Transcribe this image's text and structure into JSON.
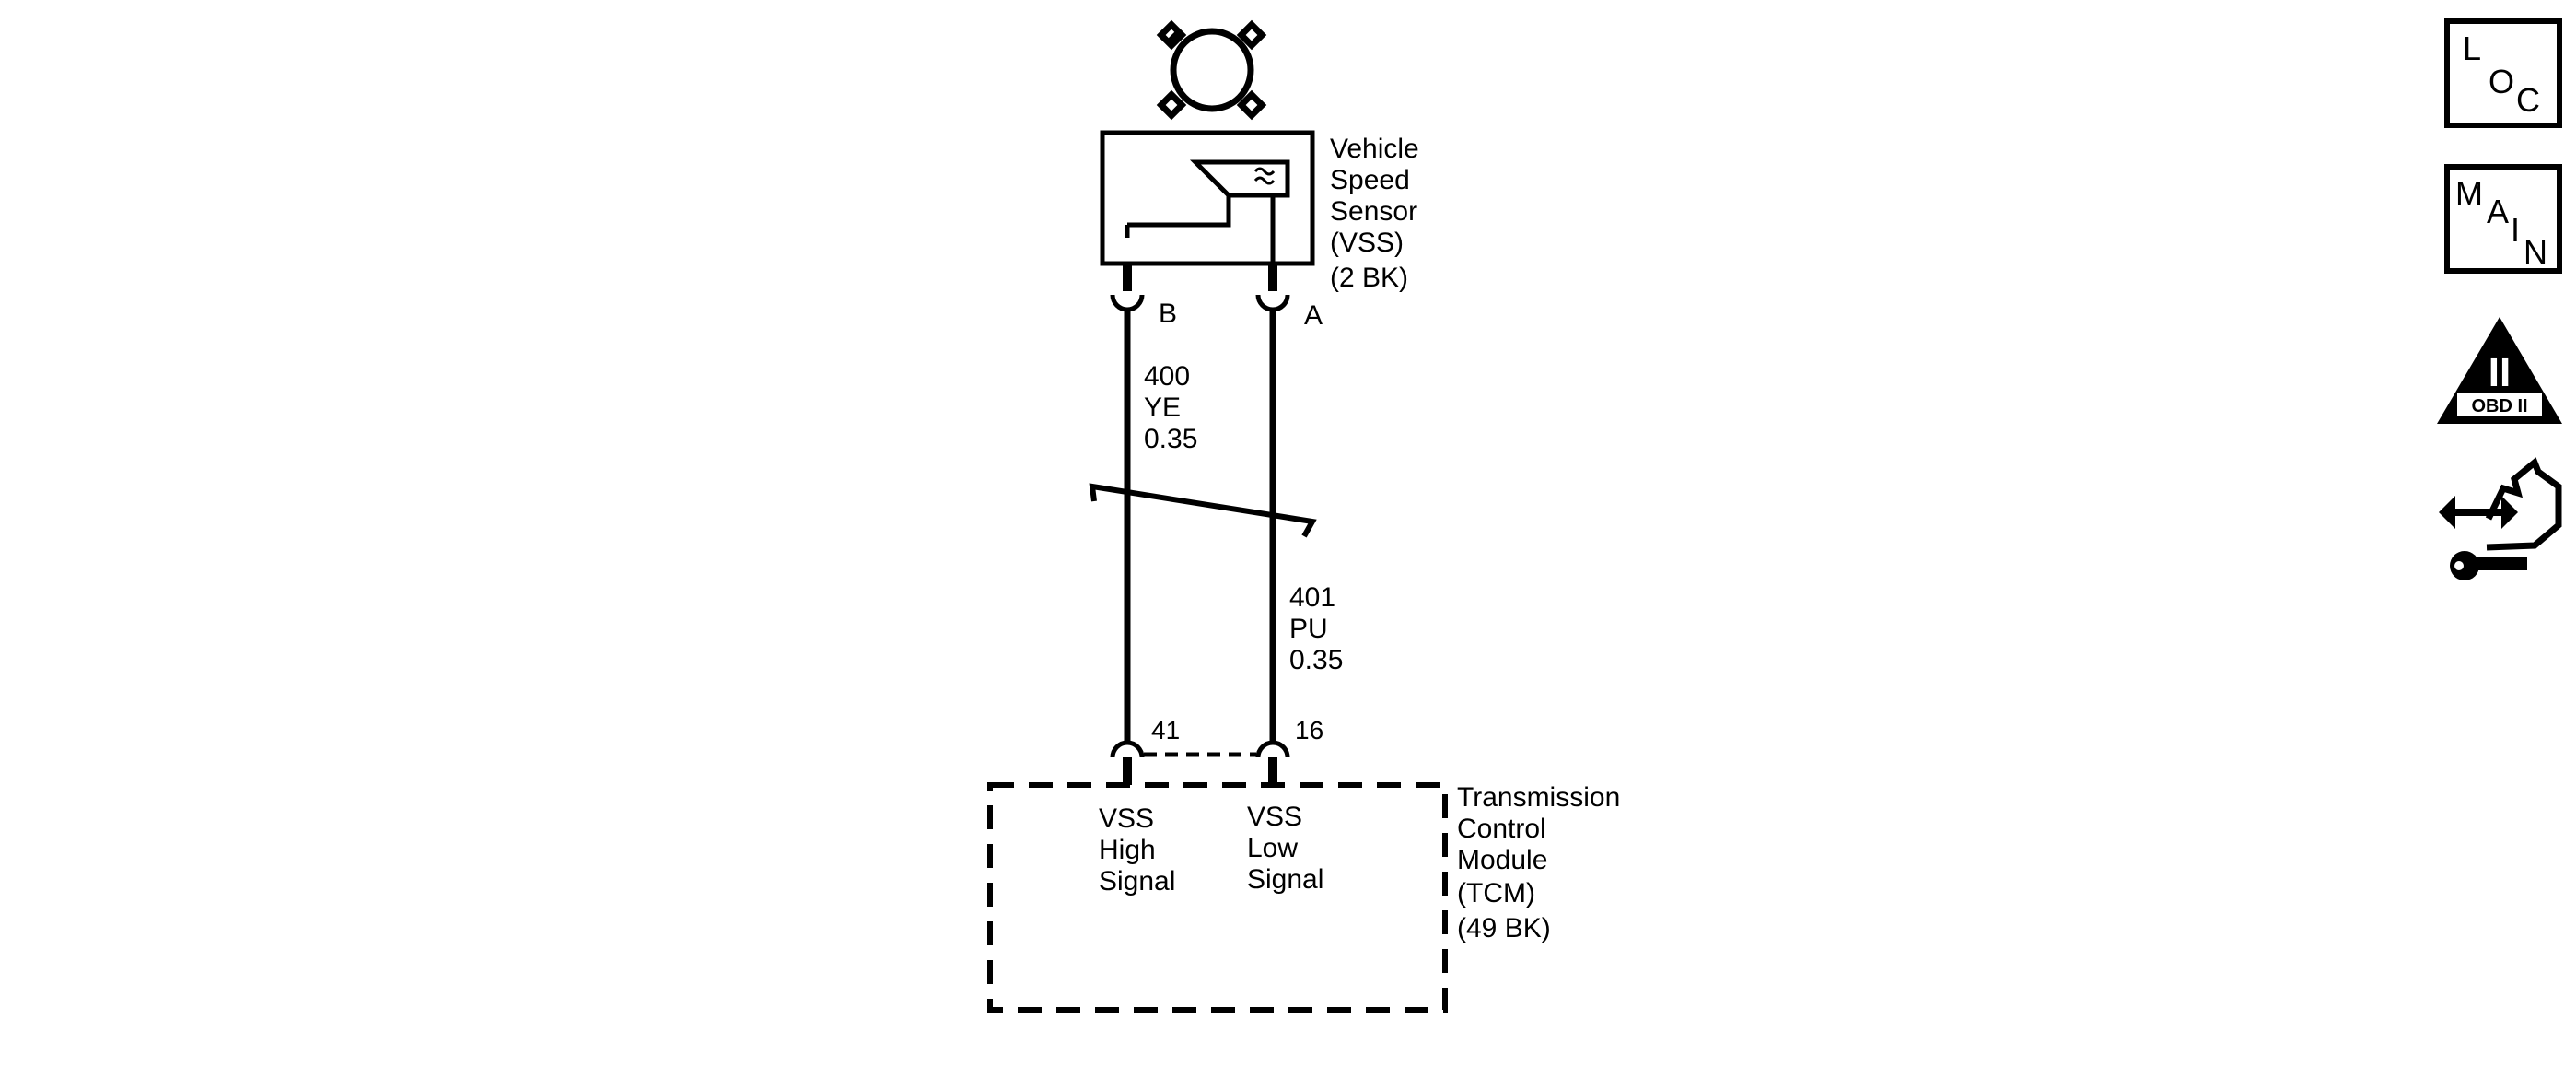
{
  "sensor": {
    "name_lines": [
      "Vehicle",
      "Speed",
      "Sensor",
      "(VSS)",
      "(2 BK)"
    ],
    "pin_b": "B",
    "pin_a": "A"
  },
  "wires": {
    "left": {
      "lines": [
        "400",
        "YE",
        "0.35"
      ]
    },
    "right": {
      "lines": [
        "401",
        "PU",
        "0.35"
      ]
    }
  },
  "module": {
    "name_lines": [
      "Transmission",
      "Control",
      "Module",
      "(TCM)",
      "(49 BK)"
    ],
    "pin_left": "41",
    "pin_right": "16",
    "left_signal_lines": [
      "VSS",
      "High",
      "Signal"
    ],
    "right_signal_lines": [
      "VSS",
      "Low",
      "Signal"
    ]
  },
  "nav_icons": {
    "loc": {
      "letters": [
        "L",
        "O",
        "C"
      ]
    },
    "main": {
      "letters": [
        "M",
        "A",
        "I",
        "N"
      ]
    },
    "obd": {
      "numeral": "II",
      "label": "OBD II"
    },
    "connector_view": {
      "icon": "connector-end-view-icon"
    }
  }
}
